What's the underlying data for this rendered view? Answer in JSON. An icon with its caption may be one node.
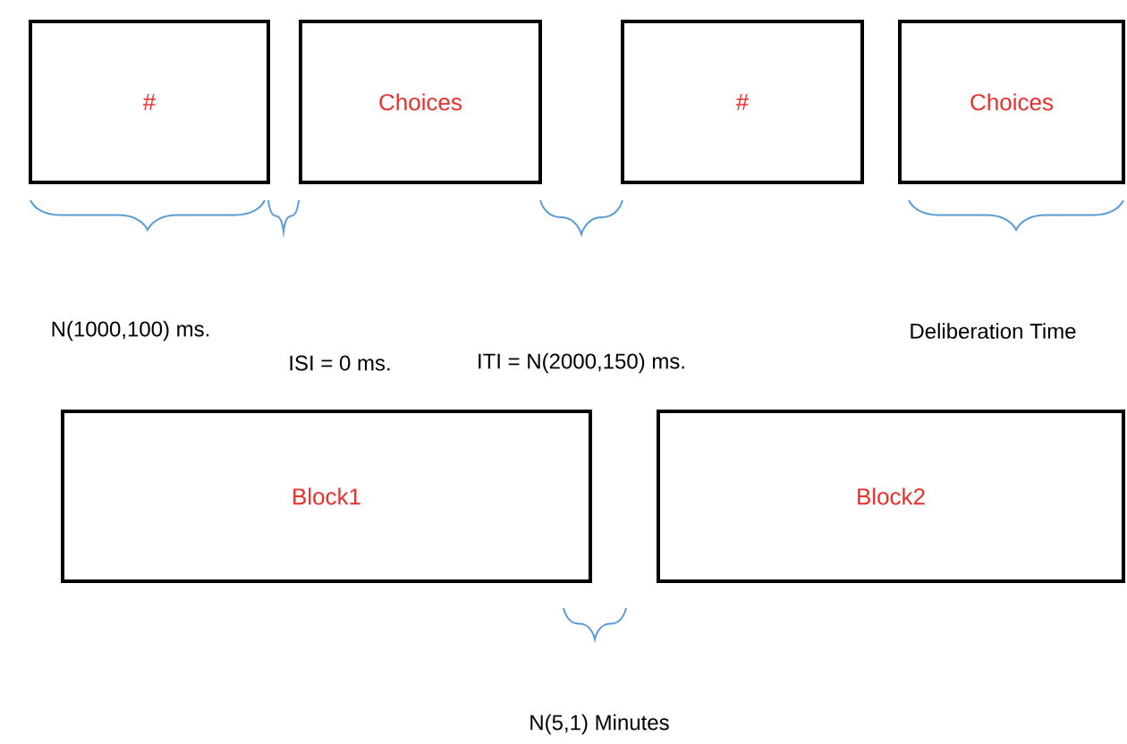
{
  "diagram": {
    "nodes": [
      {
        "text": [
          "#"
        ]
      },
      {
        "text": [
          "Choices"
        ]
      },
      {
        "text": [
          "#"
        ]
      },
      {
        "text": [
          "Choices"
        ]
      },
      {
        "text": [
          "Block1"
        ]
      },
      {
        "text": [
          "Block2"
        ]
      }
    ],
    "labels": [
      "N(1000,100) ms.",
      "Deliberation Time",
      "ISI = 0 ms.",
      "ITI = N(2000,150) ms.",
      "N(5,1) Minutes"
    ]
  }
}
